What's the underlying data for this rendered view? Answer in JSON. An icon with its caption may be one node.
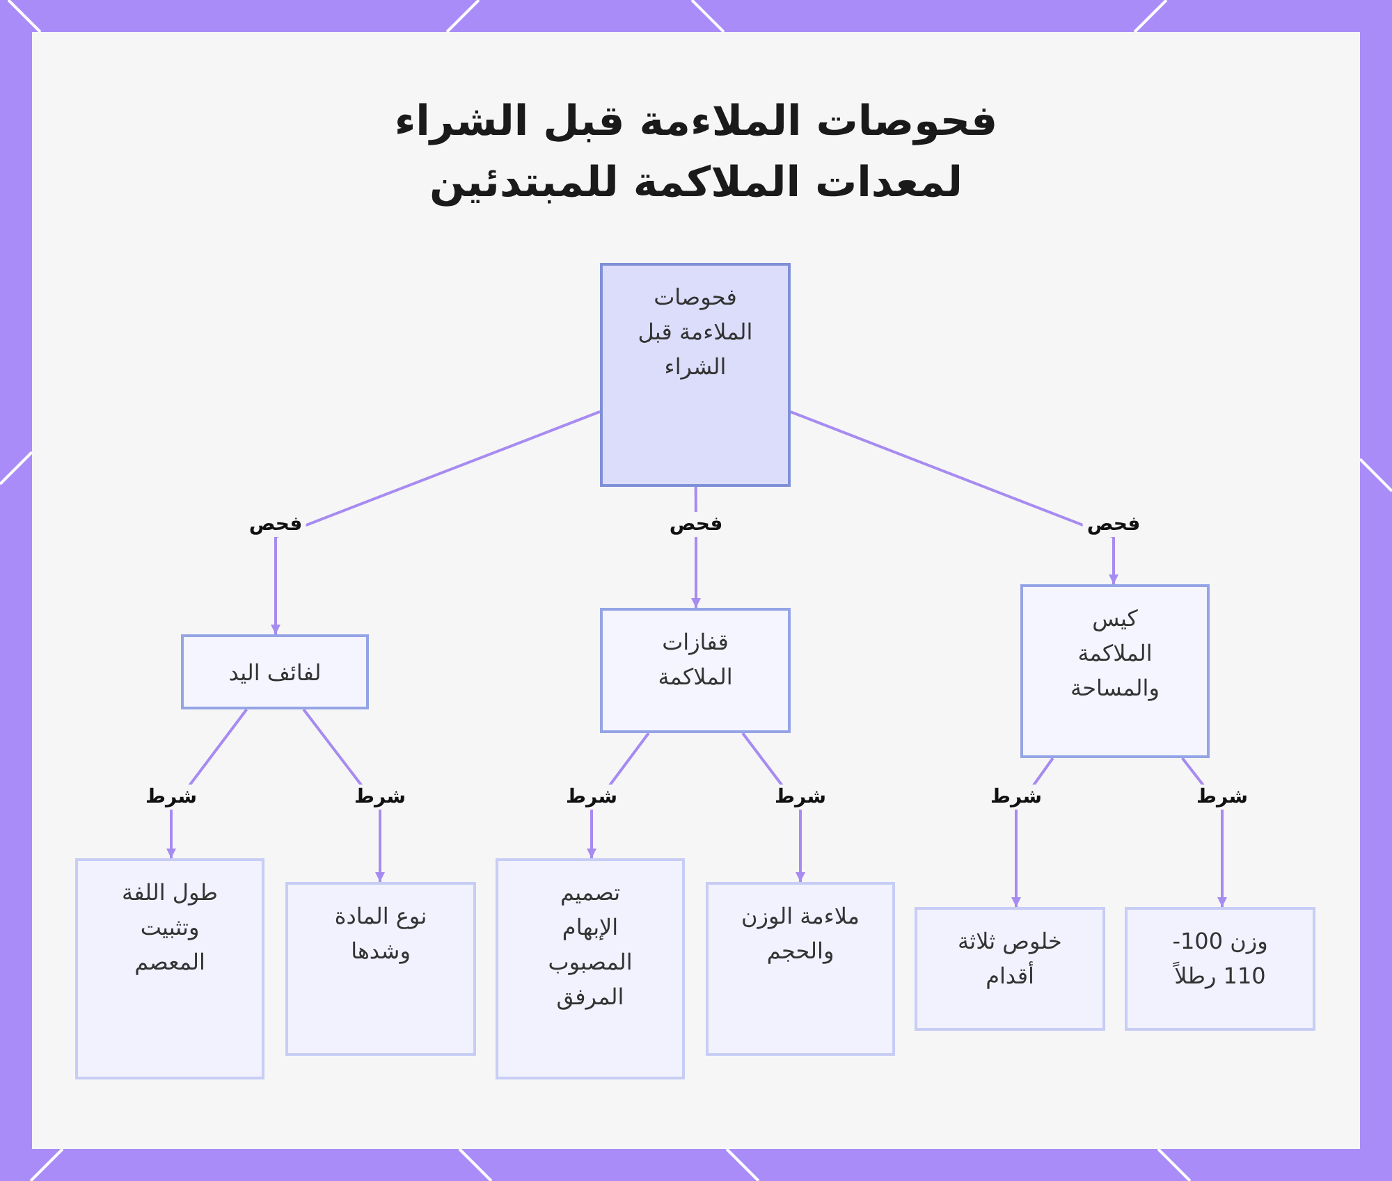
{
  "diagram": {
    "title": "فحوصات الملاءمة قبل الشراء لمعدات الملاكمة للمبتدئين",
    "nodes": [
      {
        "text": [
          "فحوصات الملاءمة قبل الشراء"
        ]
      },
      {
        "text": [
          "لفائف اليد"
        ]
      },
      {
        "text": [
          "قفازات الملاكمة"
        ]
      },
      {
        "text": [
          "كيس الملاكمة والمساحة"
        ]
      },
      {
        "text": [
          "طول اللفة وتثبيت المعصم"
        ]
      },
      {
        "text": [
          "نوع المادة وشدها"
        ]
      },
      {
        "text": [
          "تصميم الإبهام المصبوب المرفق"
        ]
      },
      {
        "text": [
          "ملاءمة الوزن والحجم"
        ]
      },
      {
        "text": [
          "خلوص ثلاثة أقدام"
        ]
      },
      {
        "text": [
          "وزن 100-110 رطلاً"
        ]
      }
    ],
    "edges": [
      {
        "from": 0,
        "to": 1,
        "arrow": "to",
        "label": "فحص"
      },
      {
        "from": 0,
        "to": 2,
        "arrow": "to",
        "label": "فحص"
      },
      {
        "from": 0,
        "to": 3,
        "arrow": "to",
        "label": "فحص"
      },
      {
        "from": 1,
        "to": 4,
        "arrow": "to",
        "label": "شرط"
      },
      {
        "from": 1,
        "to": 5,
        "arrow": "to",
        "label": "شرط"
      },
      {
        "from": 2,
        "to": 6,
        "arrow": "to",
        "label": "شرط"
      },
      {
        "from": 2,
        "to": 7,
        "arrow": "to",
        "label": "شرط"
      },
      {
        "from": 3,
        "to": 8,
        "arrow": "to",
        "label": "شرط"
      },
      {
        "from": 3,
        "to": 9,
        "arrow": "to",
        "label": "شرط"
      }
    ]
  }
}
